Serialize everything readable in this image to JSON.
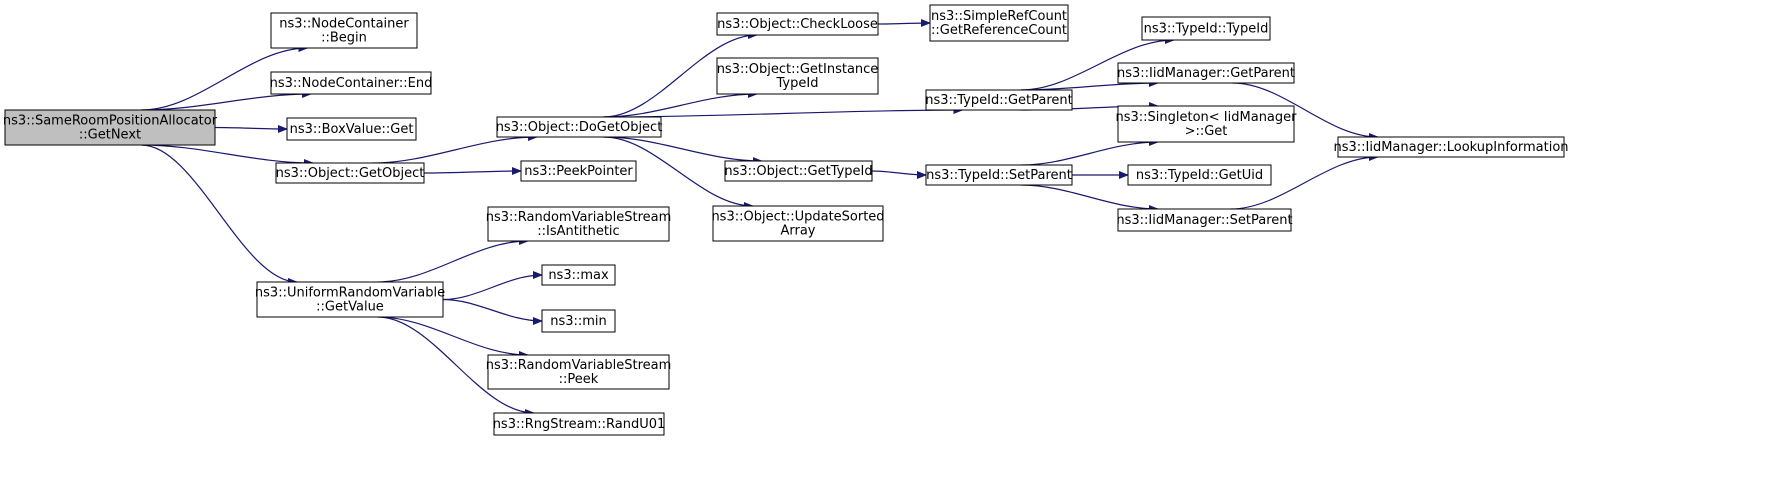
{
  "colors": {
    "edge": "#191970",
    "root_fill": "#bfbfbf",
    "node_fill": "#ffffff",
    "border": "#000000"
  },
  "nodes": [
    {
      "id": "root",
      "lines": [
        "ns3::SameRoomPositionAllocator",
        "::GetNext"
      ],
      "root": true
    },
    {
      "id": "nc_begin",
      "lines": [
        "ns3::NodeContainer",
        "::Begin"
      ]
    },
    {
      "id": "nc_end",
      "lines": [
        "ns3::NodeContainer::End"
      ]
    },
    {
      "id": "box_get",
      "lines": [
        "ns3::BoxValue::Get"
      ]
    },
    {
      "id": "get_object",
      "lines": [
        "ns3::Object::GetObject"
      ]
    },
    {
      "id": "urv_getvalue",
      "lines": [
        "ns3::UniformRandomVariable",
        "::GetValue"
      ]
    },
    {
      "id": "do_get_object",
      "lines": [
        "ns3::Object::DoGetObject"
      ]
    },
    {
      "id": "peek_pointer",
      "lines": [
        "ns3::PeekPointer"
      ]
    },
    {
      "id": "rvs_isantithetic",
      "lines": [
        "ns3::RandomVariableStream",
        "::IsAntithetic"
      ]
    },
    {
      "id": "max",
      "lines": [
        "ns3::max"
      ]
    },
    {
      "id": "min",
      "lines": [
        "ns3::min"
      ]
    },
    {
      "id": "rvs_peek",
      "lines": [
        "ns3::RandomVariableStream",
        "::Peek"
      ]
    },
    {
      "id": "randu01",
      "lines": [
        "ns3::RngStream::RandU01"
      ]
    },
    {
      "id": "check_loose",
      "lines": [
        "ns3::Object::CheckLoose"
      ]
    },
    {
      "id": "get_instance_typeid",
      "lines": [
        "ns3::Object::GetInstance",
        "TypeId"
      ]
    },
    {
      "id": "obj_get_typeid",
      "lines": [
        "ns3::Object::GetTypeId"
      ]
    },
    {
      "id": "update_sorted",
      "lines": [
        "ns3::Object::UpdateSorted",
        "Array"
      ]
    },
    {
      "id": "get_ref_count",
      "lines": [
        "ns3::SimpleRefCount",
        "::GetReferenceCount"
      ]
    },
    {
      "id": "typeid_getparent",
      "lines": [
        "ns3::TypeId::GetParent"
      ]
    },
    {
      "id": "typeid_setparent",
      "lines": [
        "ns3::TypeId::SetParent"
      ]
    },
    {
      "id": "typeid_typeid",
      "lines": [
        "ns3::TypeId::TypeId"
      ]
    },
    {
      "id": "iid_getparent",
      "lines": [
        "ns3::IidManager::GetParent"
      ]
    },
    {
      "id": "singleton_get",
      "lines": [
        "ns3::Singleton< IidManager",
        ">::Get"
      ]
    },
    {
      "id": "typeid_getuid",
      "lines": [
        "ns3::TypeId::GetUid"
      ]
    },
    {
      "id": "iid_setparent",
      "lines": [
        "ns3::IidManager::SetParent"
      ]
    },
    {
      "id": "iid_lookup",
      "lines": [
        "ns3::IidManager::LookupInformation"
      ]
    }
  ],
  "edges": [
    {
      "from": "root",
      "to": "nc_begin"
    },
    {
      "from": "root",
      "to": "nc_end"
    },
    {
      "from": "root",
      "to": "box_get"
    },
    {
      "from": "root",
      "to": "get_object"
    },
    {
      "from": "root",
      "to": "urv_getvalue"
    },
    {
      "from": "get_object",
      "to": "do_get_object"
    },
    {
      "from": "get_object",
      "to": "peek_pointer"
    },
    {
      "from": "do_get_object",
      "to": "check_loose"
    },
    {
      "from": "do_get_object",
      "to": "get_instance_typeid"
    },
    {
      "from": "do_get_object",
      "to": "typeid_getparent"
    },
    {
      "from": "do_get_object",
      "to": "obj_get_typeid"
    },
    {
      "from": "do_get_object",
      "to": "update_sorted"
    },
    {
      "from": "check_loose",
      "to": "get_ref_count"
    },
    {
      "from": "obj_get_typeid",
      "to": "typeid_setparent"
    },
    {
      "from": "typeid_getparent",
      "to": "typeid_typeid"
    },
    {
      "from": "typeid_getparent",
      "to": "iid_getparent"
    },
    {
      "from": "typeid_getparent",
      "to": "singleton_get"
    },
    {
      "from": "iid_getparent",
      "to": "iid_lookup"
    },
    {
      "from": "typeid_setparent",
      "to": "singleton_get"
    },
    {
      "from": "typeid_setparent",
      "to": "typeid_getuid"
    },
    {
      "from": "typeid_setparent",
      "to": "iid_setparent"
    },
    {
      "from": "iid_setparent",
      "to": "iid_lookup"
    },
    {
      "from": "urv_getvalue",
      "to": "rvs_isantithetic"
    },
    {
      "from": "urv_getvalue",
      "to": "max"
    },
    {
      "from": "urv_getvalue",
      "to": "min"
    },
    {
      "from": "urv_getvalue",
      "to": "rvs_peek"
    },
    {
      "from": "urv_getvalue",
      "to": "randu01"
    }
  ]
}
